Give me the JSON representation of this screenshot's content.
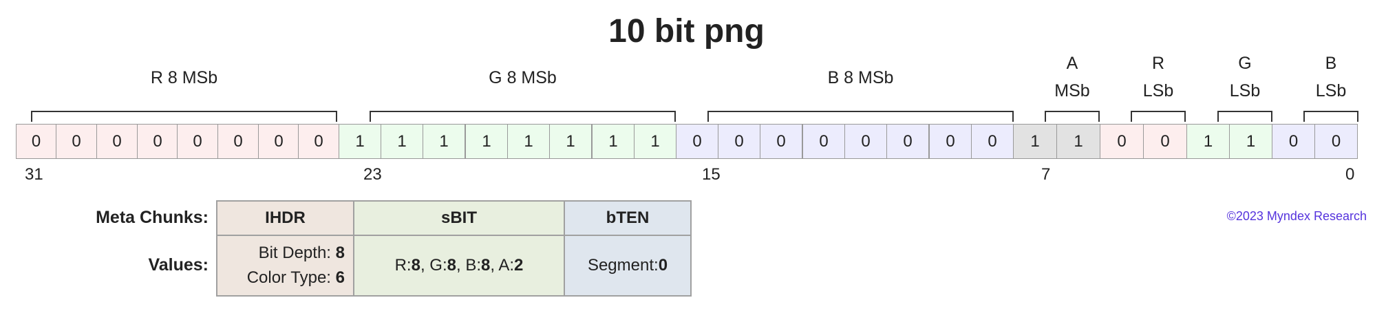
{
  "title": "10 bit png",
  "groups": {
    "r8": "R 8 MSb",
    "g8": "G 8 MSb",
    "b8": "B 8 MSb",
    "a": [
      "A",
      "MSb"
    ],
    "r": [
      "R",
      "LSb"
    ],
    "g": [
      "G",
      "LSb"
    ],
    "b": [
      "B",
      "LSb"
    ]
  },
  "bits": {
    "r8": [
      "0",
      "0",
      "0",
      "0",
      "0",
      "0",
      "0",
      "0"
    ],
    "g8": [
      "1",
      "1",
      "1",
      "1",
      "1",
      "1",
      "1",
      "1"
    ],
    "b8": [
      "0",
      "0",
      "0",
      "0",
      "0",
      "0",
      "0",
      "0"
    ],
    "a": [
      "1",
      "1"
    ],
    "r": [
      "0",
      "0"
    ],
    "g": [
      "1",
      "1"
    ],
    "b": [
      "0",
      "0"
    ]
  },
  "bit_numbers": [
    "31",
    "23",
    "15",
    "7",
    "0"
  ],
  "table": {
    "row1_label": "Meta Chunks:",
    "row2_label": "Values:",
    "ihdr_head": "IHDR",
    "sbit_head": "sBIT",
    "bten_head": "bTEN",
    "ihdr_depth_label": "Bit Depth: ",
    "ihdr_depth_value": "8",
    "ihdr_color_label": "Color Type: ",
    "ihdr_color_value": "6",
    "sbit_r_label": "R: ",
    "sbit_r": "8",
    "sbit_g_label": ", G: ",
    "sbit_g": "8",
    "sbit_b_label": ", B: ",
    "sbit_b": "8",
    "sbit_a_label": ", A: ",
    "sbit_a": "2",
    "bten_label": "Segment: ",
    "bten_value": "0"
  },
  "copyright": "©2023 Myndex Research",
  "colors": {
    "red_bit_bg": "#fdeeee",
    "green_bit_bg": "#ecfced",
    "blue_bit_bg": "#ececfd",
    "alpha_bit_bg": "#e2e2e2",
    "ihdr_bg": "#efe6df",
    "sbit_bg": "#e8efdf",
    "bten_bg": "#dfe6ee",
    "copyright": "#5533dd"
  }
}
